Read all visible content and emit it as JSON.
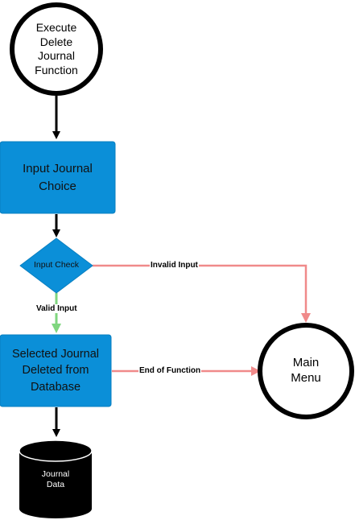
{
  "diagram": {
    "nodes": {
      "start": {
        "label": "Execute\nDelete\nJournal\nFunction",
        "shape": "circle",
        "fill": "#ffffff",
        "stroke": "#000000"
      },
      "input_choice": {
        "label": "Input Journal\nChoice",
        "shape": "rounded-rectangle",
        "fill": "#0b8fd8",
        "text_color": "#111111"
      },
      "input_check": {
        "label": "Input Check",
        "shape": "diamond",
        "fill": "#0b8fd8",
        "text_color": "#111111"
      },
      "deleted": {
        "label": "Selected Journal\nDeleted from\nDatabase",
        "shape": "rounded-rectangle",
        "fill": "#0b8fd8",
        "text_color": "#111111"
      },
      "journal_data": {
        "label": "Journal\nData",
        "shape": "cylinder",
        "fill": "#000000",
        "text_color": "#ffffff"
      },
      "main_menu": {
        "label": "Main\nMenu",
        "shape": "circle",
        "fill": "#ffffff",
        "stroke": "#000000"
      }
    },
    "edges": [
      {
        "from": "start",
        "to": "input_choice",
        "label": "",
        "color": "#000000"
      },
      {
        "from": "input_choice",
        "to": "input_check",
        "label": "",
        "color": "#000000"
      },
      {
        "from": "input_check",
        "to": "deleted",
        "label": "Valid Input",
        "color": "#7fd67f"
      },
      {
        "from": "input_check",
        "to": "main_menu",
        "label": "Invalid Input",
        "color": "#f08a8a"
      },
      {
        "from": "deleted",
        "to": "main_menu",
        "label": "End of Function",
        "color": "#f08a8a"
      },
      {
        "from": "deleted",
        "to": "journal_data",
        "label": "",
        "color": "#000000"
      }
    ]
  }
}
